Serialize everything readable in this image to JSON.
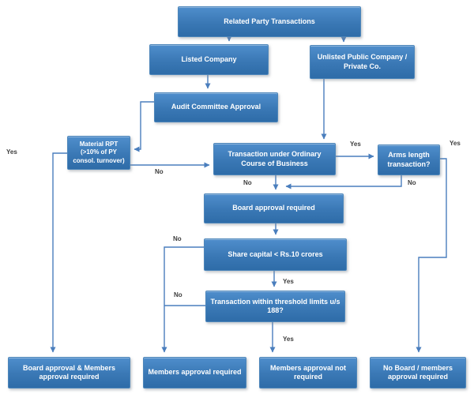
{
  "diagram": {
    "type": "flowchart",
    "topic": "Related Party Transactions approval flow",
    "colors": {
      "box_gradient_top": "#4f8ecc",
      "box_gradient_bottom": "#2e6ca8",
      "box_text": "#ffffff",
      "connector": "#4a7ebd",
      "edge_label_text": "#3d3d3d",
      "background": "#ffffff"
    },
    "nodes": {
      "root": {
        "label": "Related Party Transactions"
      },
      "listed": {
        "label": "Listed Company"
      },
      "unlisted": {
        "label": "Unlisted Public Company / Private Co."
      },
      "audit": {
        "label": "Audit Committee Approval"
      },
      "material": {
        "label": "Material RPT (>10% of PY consol. turnover)"
      },
      "ordinary": {
        "label": "Transaction under Ordinary Course of Business"
      },
      "arms": {
        "label": "Arms length transaction?"
      },
      "board": {
        "label": "Board approval required"
      },
      "sharecap": {
        "label": "Share capital < Rs.10 crores"
      },
      "threshold": {
        "label": "Transaction within threshold limits u/s 188?"
      },
      "outcome_board_and_members": {
        "label": "Board approval & Members approval required"
      },
      "outcome_members": {
        "label": "Members approval required"
      },
      "outcome_members_not": {
        "label": "Members approval not required"
      },
      "outcome_none": {
        "label": "No Board / members approval required"
      }
    },
    "edge_labels": {
      "material_yes": "Yes",
      "material_no": "No",
      "ordinary_yes": "Yes",
      "ordinary_no": "No",
      "arms_yes": "Yes",
      "arms_no": "No",
      "sharecap_no": "No",
      "sharecap_yes": "Yes",
      "threshold_no": "No",
      "threshold_yes": "Yes"
    },
    "edges": [
      {
        "from": "root",
        "to": "listed",
        "label": ""
      },
      {
        "from": "root",
        "to": "unlisted",
        "label": ""
      },
      {
        "from": "listed",
        "to": "audit",
        "label": ""
      },
      {
        "from": "audit",
        "to": "material",
        "label": ""
      },
      {
        "from": "material",
        "to": "ordinary",
        "label": "No"
      },
      {
        "from": "material",
        "to": "outcome_board_and_members",
        "label": "Yes"
      },
      {
        "from": "unlisted",
        "to": "ordinary",
        "label": ""
      },
      {
        "from": "ordinary",
        "to": "arms",
        "label": "Yes"
      },
      {
        "from": "ordinary",
        "to": "board",
        "label": "No"
      },
      {
        "from": "arms",
        "to": "board",
        "label": "No"
      },
      {
        "from": "arms",
        "to": "outcome_none",
        "label": "Yes"
      },
      {
        "from": "board",
        "to": "sharecap",
        "label": ""
      },
      {
        "from": "sharecap",
        "to": "threshold",
        "label": "Yes"
      },
      {
        "from": "sharecap",
        "to": "outcome_members",
        "label": "No"
      },
      {
        "from": "threshold",
        "to": "outcome_members_not",
        "label": "Yes"
      },
      {
        "from": "threshold",
        "to": "outcome_members",
        "label": "No"
      }
    ]
  }
}
